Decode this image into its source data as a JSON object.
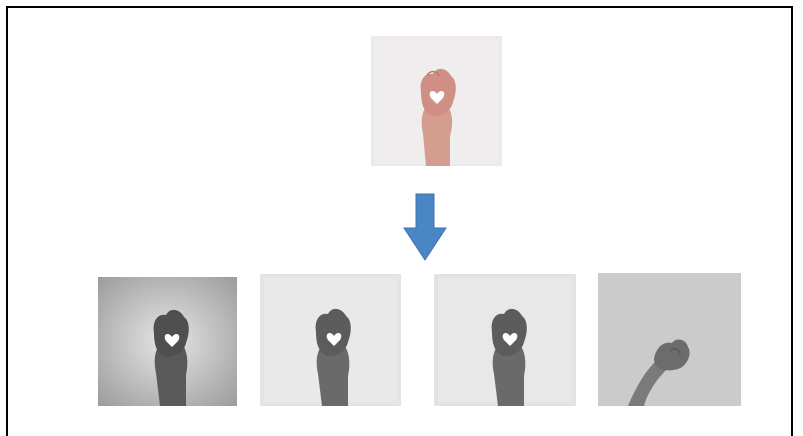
{
  "diagram": {
    "source_image": {
      "icon": "hand-heart-gesture",
      "color_mode": "color"
    },
    "arrow": {
      "icon": "down-arrow-icon",
      "color": "#4a86c5"
    },
    "variants": [
      {
        "icon": "hand-heart-gesture",
        "color_mode": "grayscale"
      },
      {
        "icon": "hand-heart-gesture",
        "color_mode": "grayscale"
      },
      {
        "icon": "hand-heart-gesture",
        "color_mode": "grayscale"
      },
      {
        "icon": "hand-side-gesture",
        "color_mode": "grayscale"
      }
    ]
  }
}
